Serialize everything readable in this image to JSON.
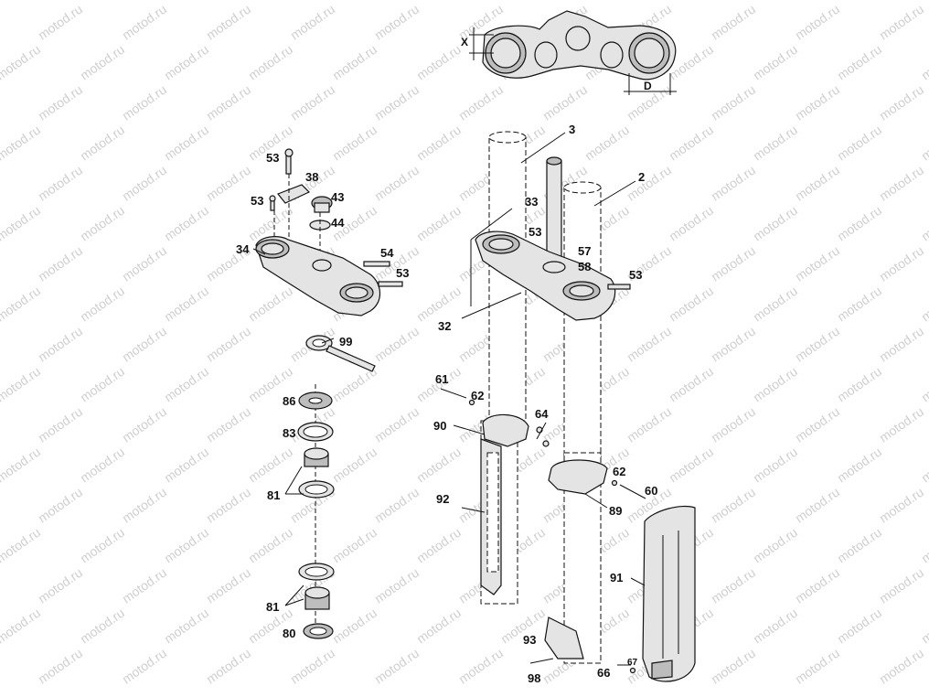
{
  "watermark": {
    "text": "motod.ru"
  },
  "colors": {
    "line": "#111111",
    "fill": "#e4e4e4",
    "shade": "#bdbdbd",
    "watermark": "#cfcfcf"
  },
  "dimensions": {
    "x": "X",
    "d": "D"
  },
  "labels": {
    "p53a": "53",
    "p38": "38",
    "p53b": "53",
    "p43": "43",
    "p44": "44",
    "p34": "34",
    "p54": "54",
    "p53c": "53",
    "p99": "99",
    "p86": "86",
    "p83": "83",
    "p81a": "81",
    "p81b": "81",
    "p80": "80",
    "p3": "3",
    "p2": "2",
    "p33": "33",
    "p53d": "53",
    "p57": "57",
    "p58": "58",
    "p53e": "53",
    "p32": "32",
    "p61": "61",
    "p62a": "62",
    "p90": "90",
    "p64": "64",
    "p62b": "62",
    "p60": "60",
    "p92": "92",
    "p89": "89",
    "p91": "91",
    "p93": "93",
    "p98": "98",
    "p66": "66",
    "p67": "67"
  }
}
